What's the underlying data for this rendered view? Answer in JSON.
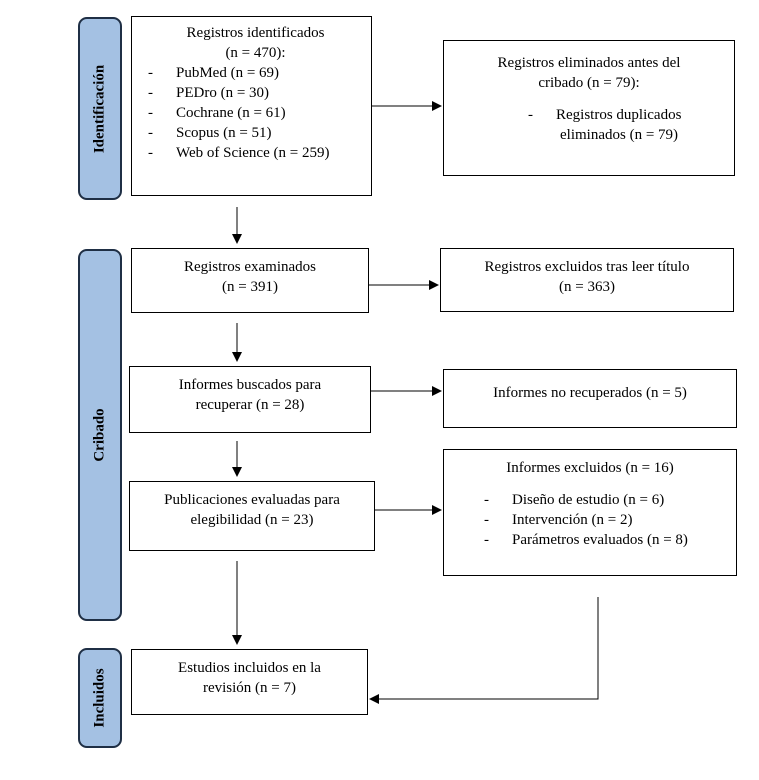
{
  "phases": {
    "identificacion": "Identificación",
    "cribado": "Cribado",
    "incluidos": "Incluidos"
  },
  "boxes": {
    "identificados": {
      "title": "Registros identificados",
      "count": "(n = 470):",
      "items": [
        "PubMed (n = 69)",
        "PEDro (n = 30)",
        "Cochrane (n = 61)",
        "Scopus (n = 51)",
        "Web of Science (n = 259)"
      ]
    },
    "eliminados": {
      "title": "Registros eliminados antes del",
      "title2": "cribado (n = 79):",
      "item1": "Registros duplicados",
      "item2": "eliminados (n = 79)"
    },
    "examinados": {
      "line1": "Registros examinados",
      "line2": "(n = 391)"
    },
    "excluidos_titulo": {
      "line1": "Registros excluidos tras leer título",
      "line2": "(n = 363)"
    },
    "buscados": {
      "line1": "Informes buscados para",
      "line2": "recuperar (n = 28)"
    },
    "no_recuperados": {
      "line1": "Informes no recuperados (n = 5)"
    },
    "evaluadas": {
      "line1": "Publicaciones evaluadas para",
      "line2": "elegibilidad (n = 23)"
    },
    "informes_excluidos": {
      "title": "Informes excluidos (n = 16)",
      "items": [
        "Diseño de estudio (n = 6)",
        "Intervención (n = 2)",
        "Parámetros evaluados (n = 8)"
      ]
    },
    "incluidos": {
      "line1": "Estudios incluidos en la",
      "line2": "revisión (n = 7)"
    }
  }
}
